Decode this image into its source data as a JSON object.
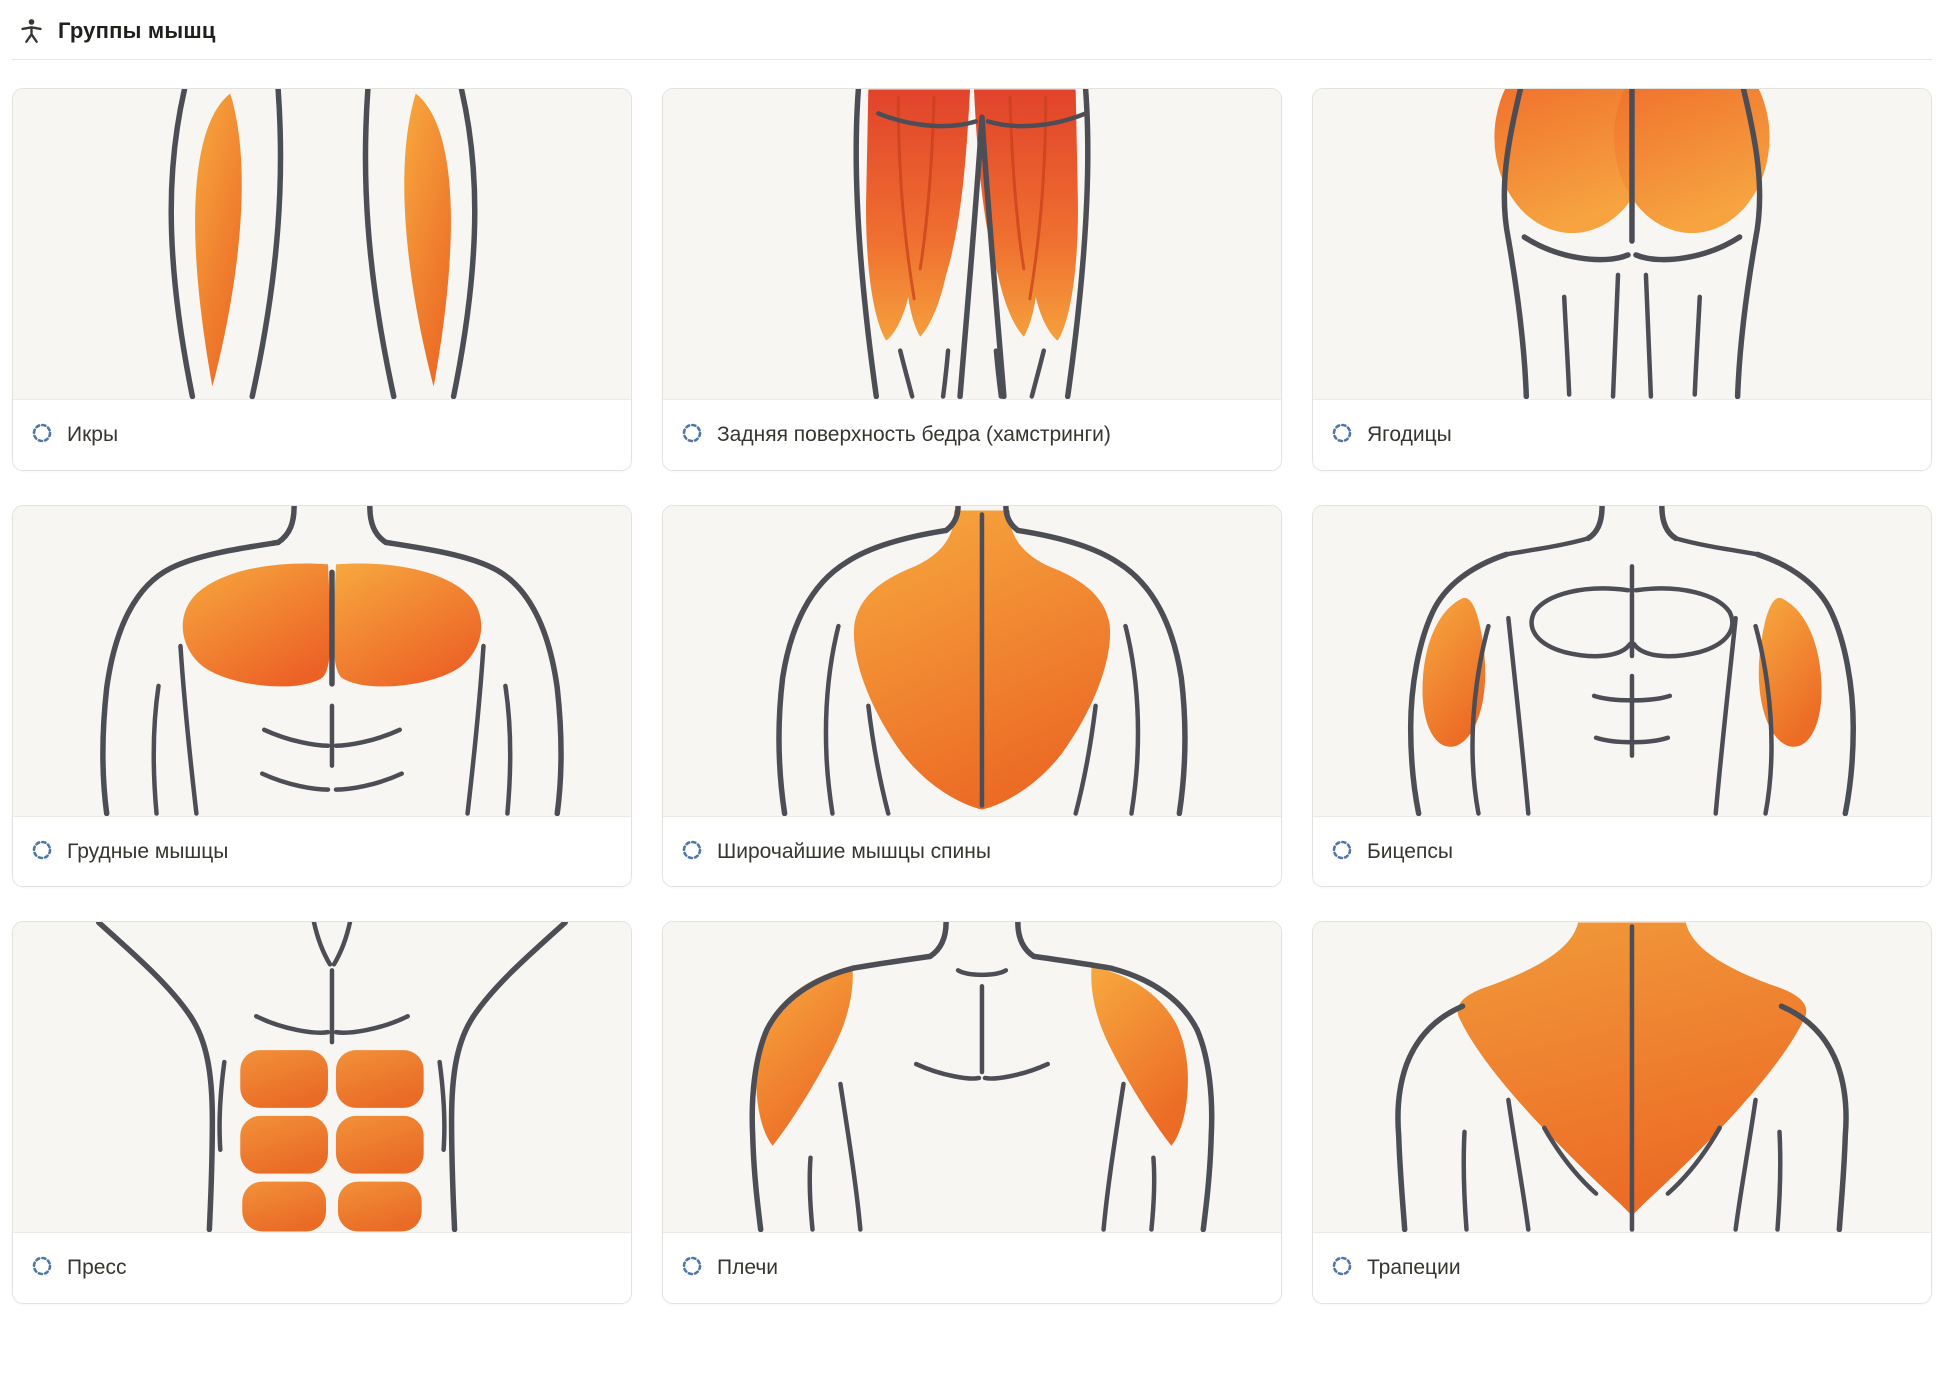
{
  "header": {
    "title": "Группы мышц",
    "icon": "person-icon"
  },
  "colors": {
    "accent_orange_light": "#f7a93f",
    "accent_orange_dark": "#ec6c26",
    "accent_red": "#e1432b",
    "body_outline": "#4d4d55",
    "status_icon_blue": "#4d77a8",
    "thumb_background": "#f7f6f2"
  },
  "icons": {
    "header_icon": "person-icon",
    "card_status_icon": "dashed-circle-status-icon"
  },
  "cards": [
    {
      "label": "Икры",
      "illustration": "calves"
    },
    {
      "label": "Задняя поверхность бедра (хамстринги)",
      "illustration": "hamstrings"
    },
    {
      "label": "Ягодицы",
      "illustration": "glutes"
    },
    {
      "label": "Грудные мышцы",
      "illustration": "chest"
    },
    {
      "label": "Широчайшие мышцы спины",
      "illustration": "lats"
    },
    {
      "label": "Бицепсы",
      "illustration": "biceps"
    },
    {
      "label": "Пресс",
      "illustration": "abs"
    },
    {
      "label": "Плечи",
      "illustration": "shoulders"
    },
    {
      "label": "Трапеции",
      "illustration": "traps"
    }
  ]
}
